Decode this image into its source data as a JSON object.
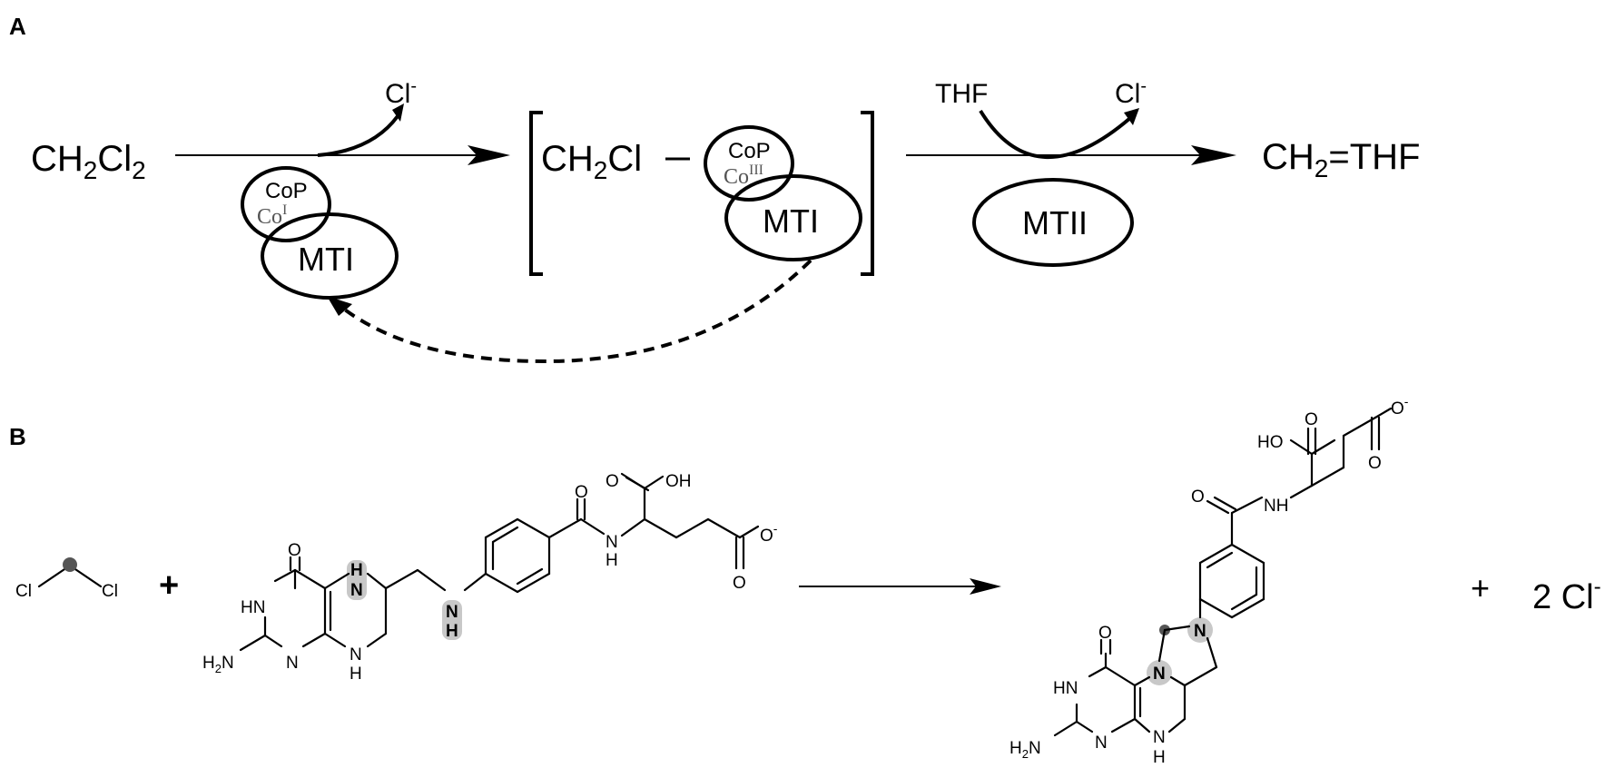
{
  "panel_a": {
    "label": "A",
    "substrate": {
      "main": "CH",
      "sub": "2",
      "main2": "Cl",
      "sub2": "2"
    },
    "cl1": {
      "main": "Cl",
      "sup": "-"
    },
    "cop1": "CoP",
    "co1": {
      "main": "Co",
      "sup": "I"
    },
    "mti1": "MTI",
    "intermediate": {
      "main": "CH",
      "sub": "2",
      "main2": "Cl",
      "dash": "–"
    },
    "cop2": "CoP",
    "co2": {
      "main": "Co",
      "sup": "III"
    },
    "mti2": "MTI",
    "thf": "THF",
    "cl2": {
      "main": "Cl",
      "sup": "-"
    },
    "mtii": "MTII",
    "product": {
      "main": "CH",
      "sub": "2",
      "main2": "=THF"
    }
  },
  "panel_b": {
    "label": "B",
    "dcm_cl_left": "Cl",
    "dcm_cl_right": "Cl",
    "plus1": "+",
    "thf_atoms": {
      "o_carbonyl": "O",
      "hn": "HN",
      "h2n": "H",
      "h2n_sub": "2",
      "h2n_n": "N",
      "n_ring": "N",
      "nh_bottom": "N",
      "nh_bottom_h": "H",
      "n5": "N",
      "n5_h": "H",
      "n10": "N",
      "n10_h": "H",
      "o_amide": "O",
      "nh_amide": "N",
      "nh_amide_h": "H",
      "o_acid": "O",
      "oh": "OH",
      "o_carbox": "O",
      "o_minus": "O",
      "o_minus_sup": "-"
    },
    "prod_atoms": {
      "o_carbonyl": "O",
      "hn": "HN",
      "h2n": "H",
      "h2n_sub": "2",
      "h2n_n": "N",
      "n_ring": "N",
      "nh_bottom": "N",
      "nh_bottom_h": "H",
      "n5": "N",
      "n10": "N",
      "o_amide": "O",
      "nh_amide": "NH",
      "ho": "HO",
      "o_acid": "O",
      "o_carbox": "O",
      "o_minus": "O",
      "o_minus_sup": "-"
    },
    "plus2": "+",
    "chloride": {
      "main": "2 Cl",
      "sup": "-"
    }
  }
}
